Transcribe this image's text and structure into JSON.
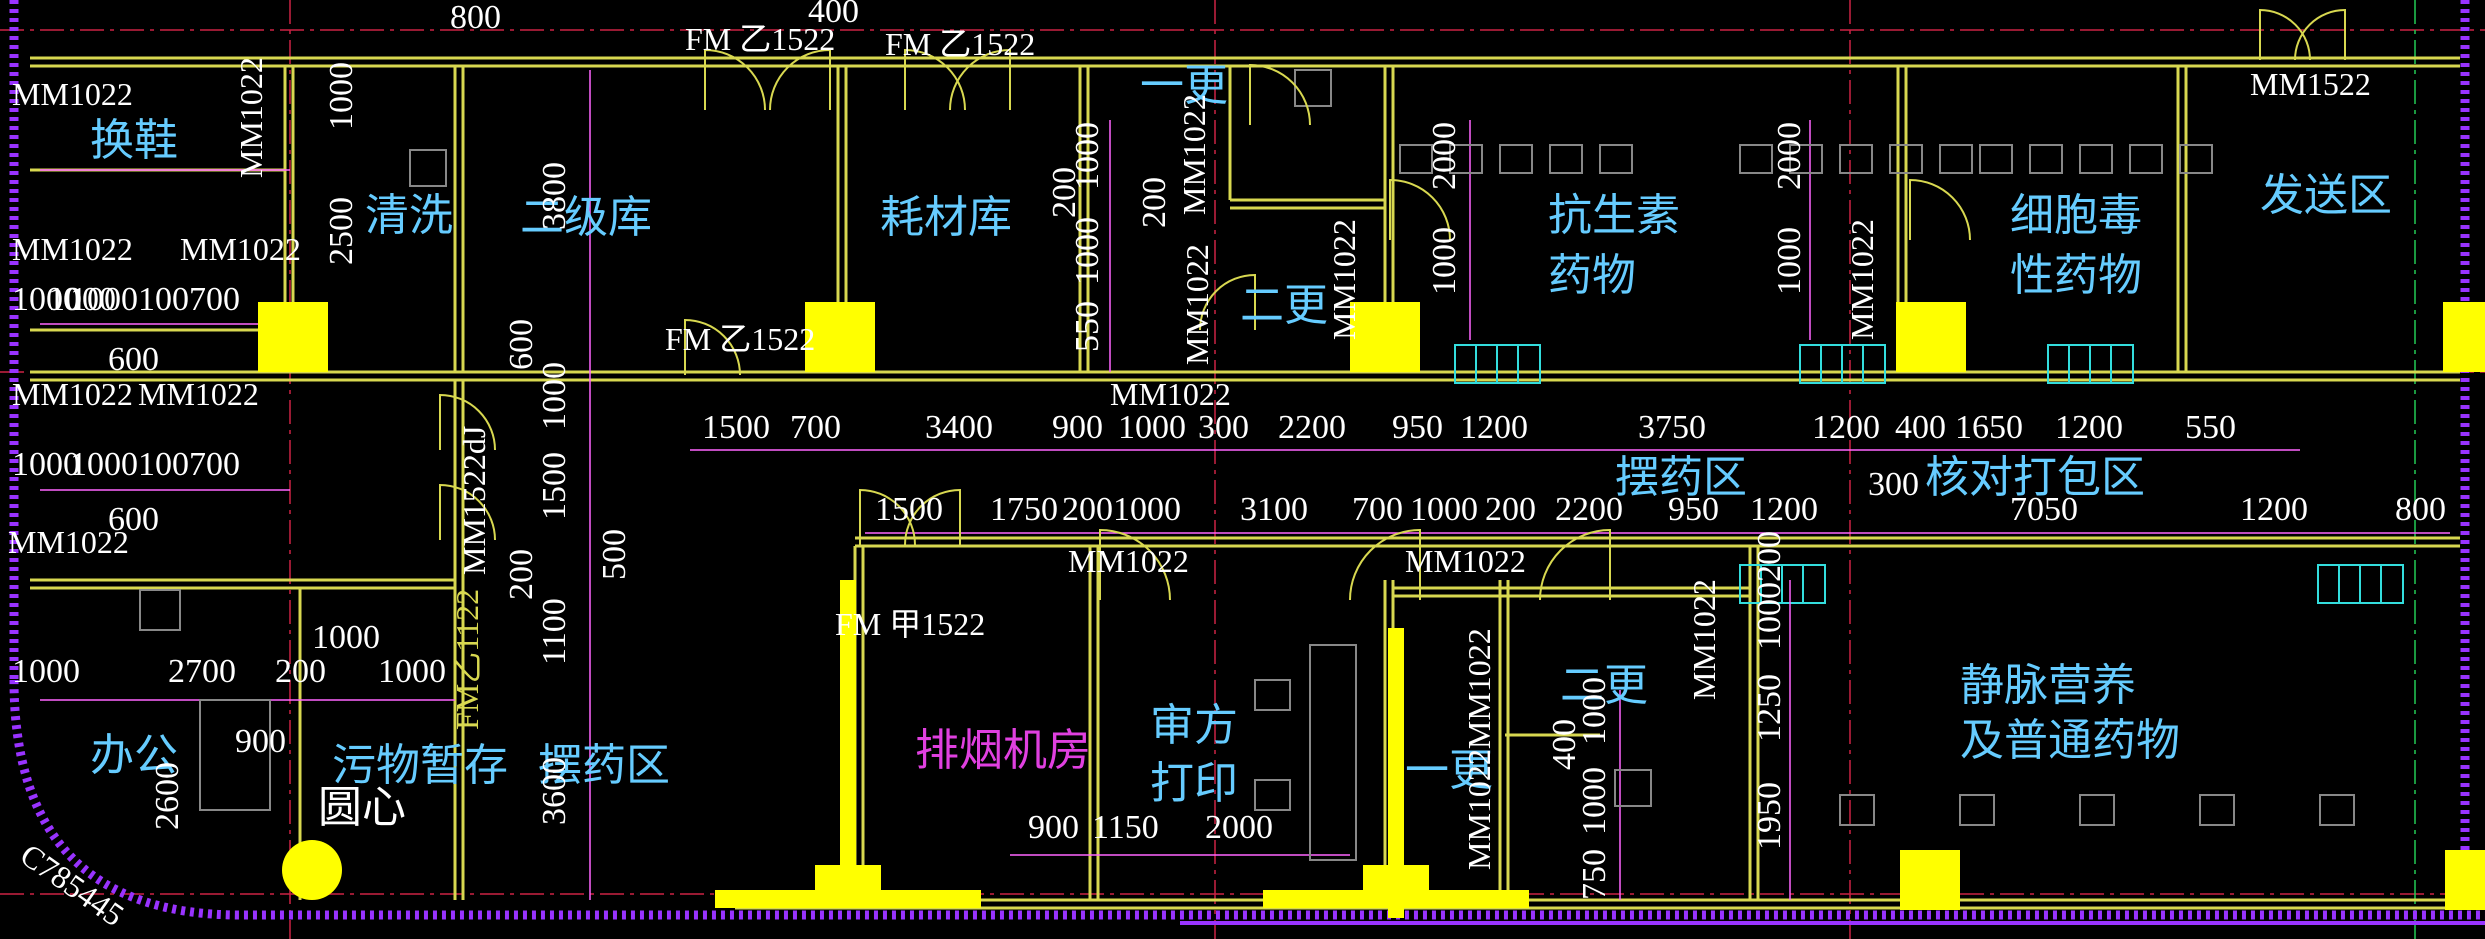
{
  "colors": {
    "wall": "#d8d850",
    "dim": "#ff66ff",
    "label": "#66ccff",
    "magenta": "#e040e0",
    "text": "#ffffff",
    "column": "#ffff00",
    "edge": "#9933ff",
    "cyan": "#33dddd",
    "grid": "#cc2244",
    "furniture": "#888888"
  },
  "rooms": {
    "huanxie": "换鞋",
    "qingxi": "清洗",
    "erjiku": "二级库",
    "haocaiku": "耗材库",
    "yigeng_top": "一更",
    "ergeng": "二更",
    "kangshengsu_1": "抗生素",
    "kangshengsu_2": "药物",
    "xibaodu_1": "细胞毒",
    "xibaodu_2": "性药物",
    "fasong": "发送区",
    "baiyao_mid": "摆药区",
    "hedui": "核对打包区",
    "bangong": "办公",
    "wuwu": "污物暂存",
    "baiyao_left": "摆药区",
    "paiyan": "排烟机房",
    "shenfang_1": "审方",
    "shenfang_2": "打印",
    "yigeng_bot": "一更",
    "ergeng_bot": "二更",
    "jingmai_1": "静脉营养",
    "jingmai_2": "及普通药物",
    "yuanxin": "圆心"
  },
  "doors": {
    "fm_a": "FM 乙1522",
    "fm_b": "FM 乙1522",
    "fm_c": "FM 乙1522",
    "fm_jia": "FM 甲1522",
    "fm_vert": "FM乙1122",
    "mm1522dj": "MM1522dJ",
    "mm1522": "MM1522",
    "mm1022": "MM1022",
    "mm1022mm1022": "MM1022MM1022",
    "c785445": "C785445"
  },
  "dims": {
    "d800": "800",
    "d400": "400",
    "d1000": "1000",
    "d2500": "2500",
    "d3800": "3800",
    "d200": "200",
    "d550": "550",
    "d600": "600",
    "d1500": "1500",
    "d500": "500",
    "d1100": "1100",
    "d3600": "3600",
    "d2600": "2600",
    "d900": "900",
    "d2700": "2700",
    "d1000100700": "1000100700",
    "d700": "700",
    "d3400": "3400",
    "d300": "300",
    "d2200": "2200",
    "d950": "950",
    "d1200": "1200",
    "d3750": "3750",
    "d1650": "1650",
    "d1750": "1750",
    "d2000": "2000",
    "d20001000": "2001000",
    "d3100": "3100",
    "d7050": "7050",
    "d1150": "1150",
    "d1250": "1250",
    "d1950": "1950",
    "d750": "750",
    "d1000200": "1000200",
    "d1000700": "100700"
  }
}
